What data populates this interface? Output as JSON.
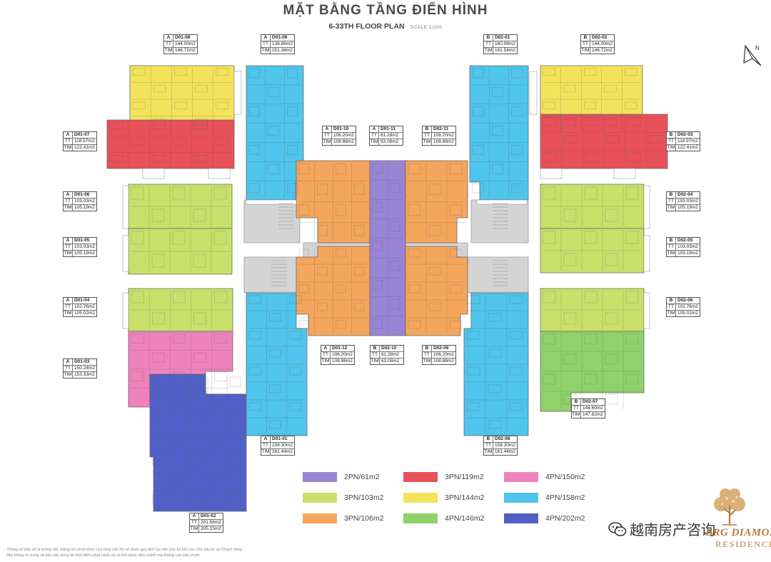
{
  "header": {
    "title": "MẶT BẰNG TẦNG ĐIỂN HÌNH",
    "subtitle": "6-33TH FLOOR PLAN",
    "scale": "SCALE 1/200"
  },
  "colors": {
    "2PN_61": "#9a84d4",
    "3PN_103": "#c8e06a",
    "3PN_106": "#f4a65c",
    "3PN_119": "#e8505a",
    "3PN_144": "#f3e35a",
    "4PN_146": "#8fd16a",
    "4PN_150": "#ee82bd",
    "4PN_158": "#4fc4ec",
    "4PN_202": "#5060c8",
    "corridor": "#d4d4d4"
  },
  "units": [
    {
      "block": "A",
      "code": "D01-08",
      "tt": "144.00m2",
      "tim": "146.72m2"
    },
    {
      "block": "A",
      "code": "D01-09",
      "tt": "138.88m2",
      "tim": "151.34m2"
    },
    {
      "block": "B",
      "code": "D02-01",
      "tt": "160.08m2",
      "tim": "161.54m2"
    },
    {
      "block": "B",
      "code": "D02-02",
      "tt": "144.00m2",
      "tim": "146.72m2"
    },
    {
      "block": "A",
      "code": "D01-07",
      "tt": "118.57m2",
      "tim": "122.41m2"
    },
    {
      "block": "A",
      "code": "D01-10",
      "tt": "106.20m2",
      "tim": "108.88m2"
    },
    {
      "block": "A",
      "code": "D01-11",
      "tt": "61.28m2",
      "tim": "63.08m2"
    },
    {
      "block": "B",
      "code": "D02-11",
      "tt": "106.20m2",
      "tim": "108.88m2"
    },
    {
      "block": "B",
      "code": "D02-03",
      "tt": "118.97m2",
      "tim": "122.41m2"
    },
    {
      "block": "A",
      "code": "D01-06",
      "tt": "103.03m2",
      "tim": "105.19m2"
    },
    {
      "block": "B",
      "code": "D02-04",
      "tt": "103.03m2",
      "tim": "105.19m2"
    },
    {
      "block": "A",
      "code": "D01-05",
      "tt": "103.03m2",
      "tim": "105.19m2"
    },
    {
      "block": "B",
      "code": "D02-05",
      "tt": "103.03m2",
      "tim": "105.19m2"
    },
    {
      "block": "A",
      "code": "D01-04",
      "tt": "102.76m2",
      "tim": "105.02m2"
    },
    {
      "block": "B",
      "code": "D02-06",
      "tt": "102.76m2",
      "tim": "105.02m2"
    },
    {
      "block": "A",
      "code": "D01-12",
      "tt": "106.20m2",
      "tim": "108.88m2"
    },
    {
      "block": "B",
      "code": "D02-10",
      "tt": "61.28m2",
      "tim": "63.08m2"
    },
    {
      "block": "B",
      "code": "D02-09",
      "tt": "106.20m2",
      "tim": "108.88m2"
    },
    {
      "block": "A",
      "code": "D01-03",
      "tt": "150.24m2",
      "tim": "153.33m2"
    },
    {
      "block": "B",
      "code": "D02-07",
      "tt": "144.60m2",
      "tim": "147.82m2"
    },
    {
      "block": "A",
      "code": "D01-01",
      "tt": "158.30m2",
      "tim": "161.44m2"
    },
    {
      "block": "B",
      "code": "D02-08",
      "tt": "158.30m2",
      "tim": "161.44m2"
    },
    {
      "block": "A",
      "code": "D01-02",
      "tt": "201.56m2",
      "tim": "205.15m2"
    }
  ],
  "legend": [
    {
      "label": "2PN/61m2",
      "color": "#9a84d4"
    },
    {
      "label": "3PN/119m2",
      "color": "#e8505a"
    },
    {
      "label": "4PN/150m2",
      "color": "#ee82bd"
    },
    {
      "label": "3PN/103m2",
      "color": "#c8e06a"
    },
    {
      "label": "3PN/144m2",
      "color": "#f3e35a"
    },
    {
      "label": "4PN/158m2",
      "color": "#4fc4ec"
    },
    {
      "label": "3PN/106m2",
      "color": "#f4a65c"
    },
    {
      "label": "4PN/146m2",
      "color": "#8fd16a"
    },
    {
      "label": "4PN/202m2",
      "color": "#5060c8"
    }
  ],
  "notes": [
    "- Thông số bản vẽ là tương đối, thông số chính thức của từng căn hộ sẽ được quy định tại văn bản ký kết của Chủ đầu tư và Khách hàng.",
    "- Mọi thông tin trong tài liệu này đúng tại thời điểm phát hành và có thể được điều chỉnh mà không cần báo trước."
  ],
  "watermark": "越南房产咨询",
  "brand": {
    "line1": "BRG DIAMOND",
    "line2": "RESIDENCE"
  },
  "icons": {
    "compass": "compass-icon",
    "wechat": "wechat-icon",
    "tree": "tree-logo-icon"
  }
}
